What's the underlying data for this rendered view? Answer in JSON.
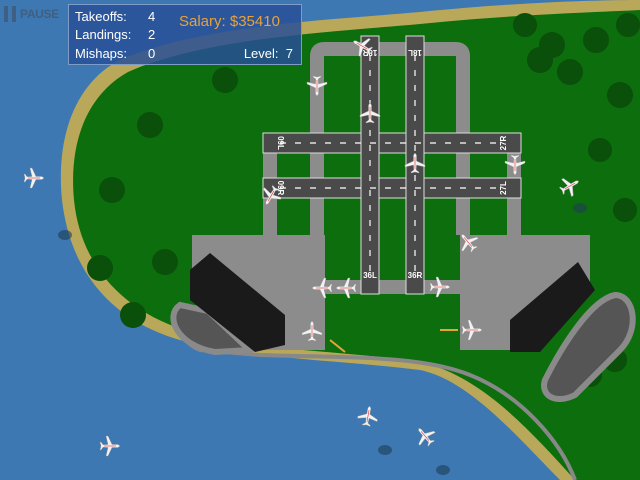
{
  "controls": {
    "pause_label": "PAUSE"
  },
  "hud": {
    "takeoffs_label": "Takeoffs:",
    "takeoffs": "4",
    "landings_label": "Landings:",
    "landings": "2",
    "mishaps_label": "Mishaps:",
    "mishaps": "0",
    "salary_label": "Salary: $",
    "salary": "35410",
    "level_label": "Level:",
    "level": "7"
  },
  "runways": {
    "r18r": "18R",
    "r18l": "18L",
    "r09l": "09L",
    "r09r": "09R",
    "r27r": "27R",
    "r27l": "27L",
    "r36l": "36L",
    "r36r": "36R"
  },
  "colors": {
    "water": "#3d78b2",
    "grass": "#0d6e0d",
    "shore": "#b9a85a",
    "tarmac": "#8c8c8c",
    "runway": "#4a4a4a",
    "salary": "#e8a23a"
  }
}
